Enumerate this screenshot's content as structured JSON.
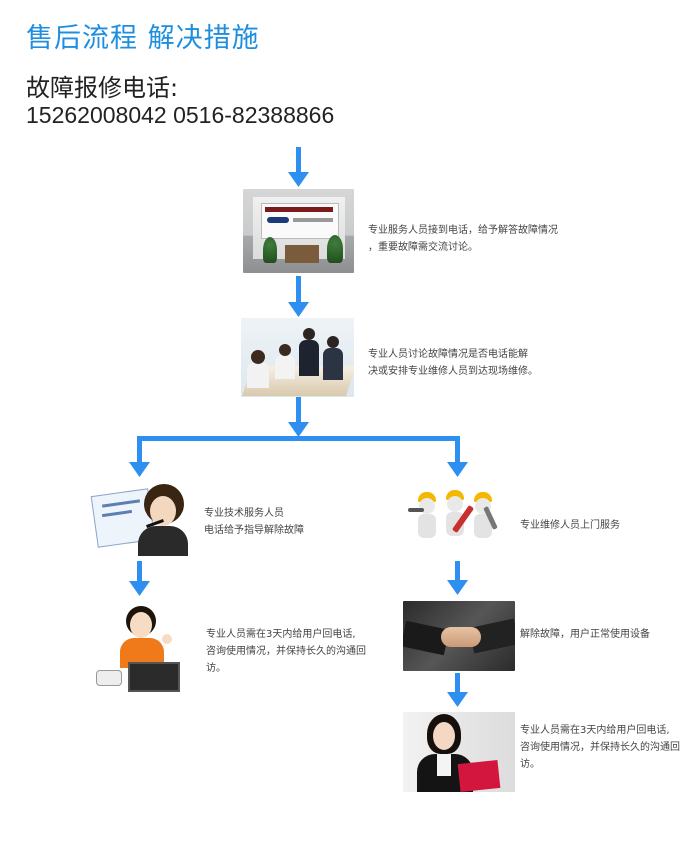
{
  "header": {
    "title": "售后流程  解决措施",
    "phone_label": "故障报修电话:",
    "phone_numbers": "15262008042   0516-82388866"
  },
  "colors": {
    "title": "#1e8fe0",
    "arrow": "#2f8ff0",
    "text": "#444444"
  },
  "steps": {
    "receive_call": {
      "line1": "专业服务人员接到电话，给予解答故障情况",
      "line2": "，重要故障需交流讨论。"
    },
    "discuss": {
      "line1": "专业人员讨论故障情况是否电话能解",
      "line2": "决或安排专业维修人员到达现场维修。"
    },
    "phone_guide": {
      "line1": "专业技术服务人员",
      "line2": "电话给予指导解除故障"
    },
    "onsite_service": {
      "line1": "专业维修人员上门服务"
    },
    "followup_left": {
      "line1": "专业人员需在3天内给用户回电话,",
      "line2": "咨询使用情况，并保持长久的沟通回",
      "line3": "访。"
    },
    "resolved": {
      "line1": "解除故障，用户正常使用设备"
    },
    "followup_right": {
      "line1": "专业人员需在3天内给用户回电话,",
      "line2": "咨询使用情况，并保持长久的沟通回",
      "line3": "访。"
    }
  },
  "icons": [
    "arrow-down-icon",
    "branch-arrows-icon"
  ]
}
